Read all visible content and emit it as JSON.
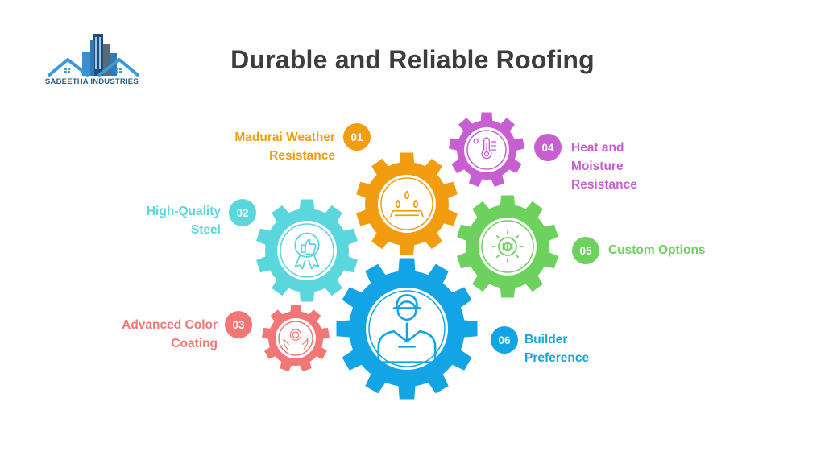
{
  "title": "Durable and Reliable Roofing",
  "logo": {
    "name": "SABEETHA INDUSTRIES"
  },
  "items": [
    {
      "num": "01",
      "lines": [
        "Madurai Weather",
        "Resistance"
      ],
      "color": "#f29c0f",
      "icon": "water-drops-icon"
    },
    {
      "num": "02",
      "lines": [
        "High-Quality",
        "Steel"
      ],
      "color": "#5ad6dd",
      "icon": "thumbs-up-badge-icon"
    },
    {
      "num": "03",
      "lines": [
        "Advanced Color",
        "Coating"
      ],
      "color": "#f07775",
      "icon": "hands-gear-icon"
    },
    {
      "num": "04",
      "lines": [
        "Heat and",
        "Moisture",
        "Resistance"
      ],
      "color": "#c75ed1",
      "icon": "thermometer-icon"
    },
    {
      "num": "05",
      "lines": [
        "Custom Options"
      ],
      "color": "#6dd15d",
      "icon": "cog-sliders-icon"
    },
    {
      "num": "06",
      "lines": [
        "Builder",
        "Preference"
      ],
      "color": "#13a4e6",
      "icon": "builder-worker-icon"
    }
  ]
}
